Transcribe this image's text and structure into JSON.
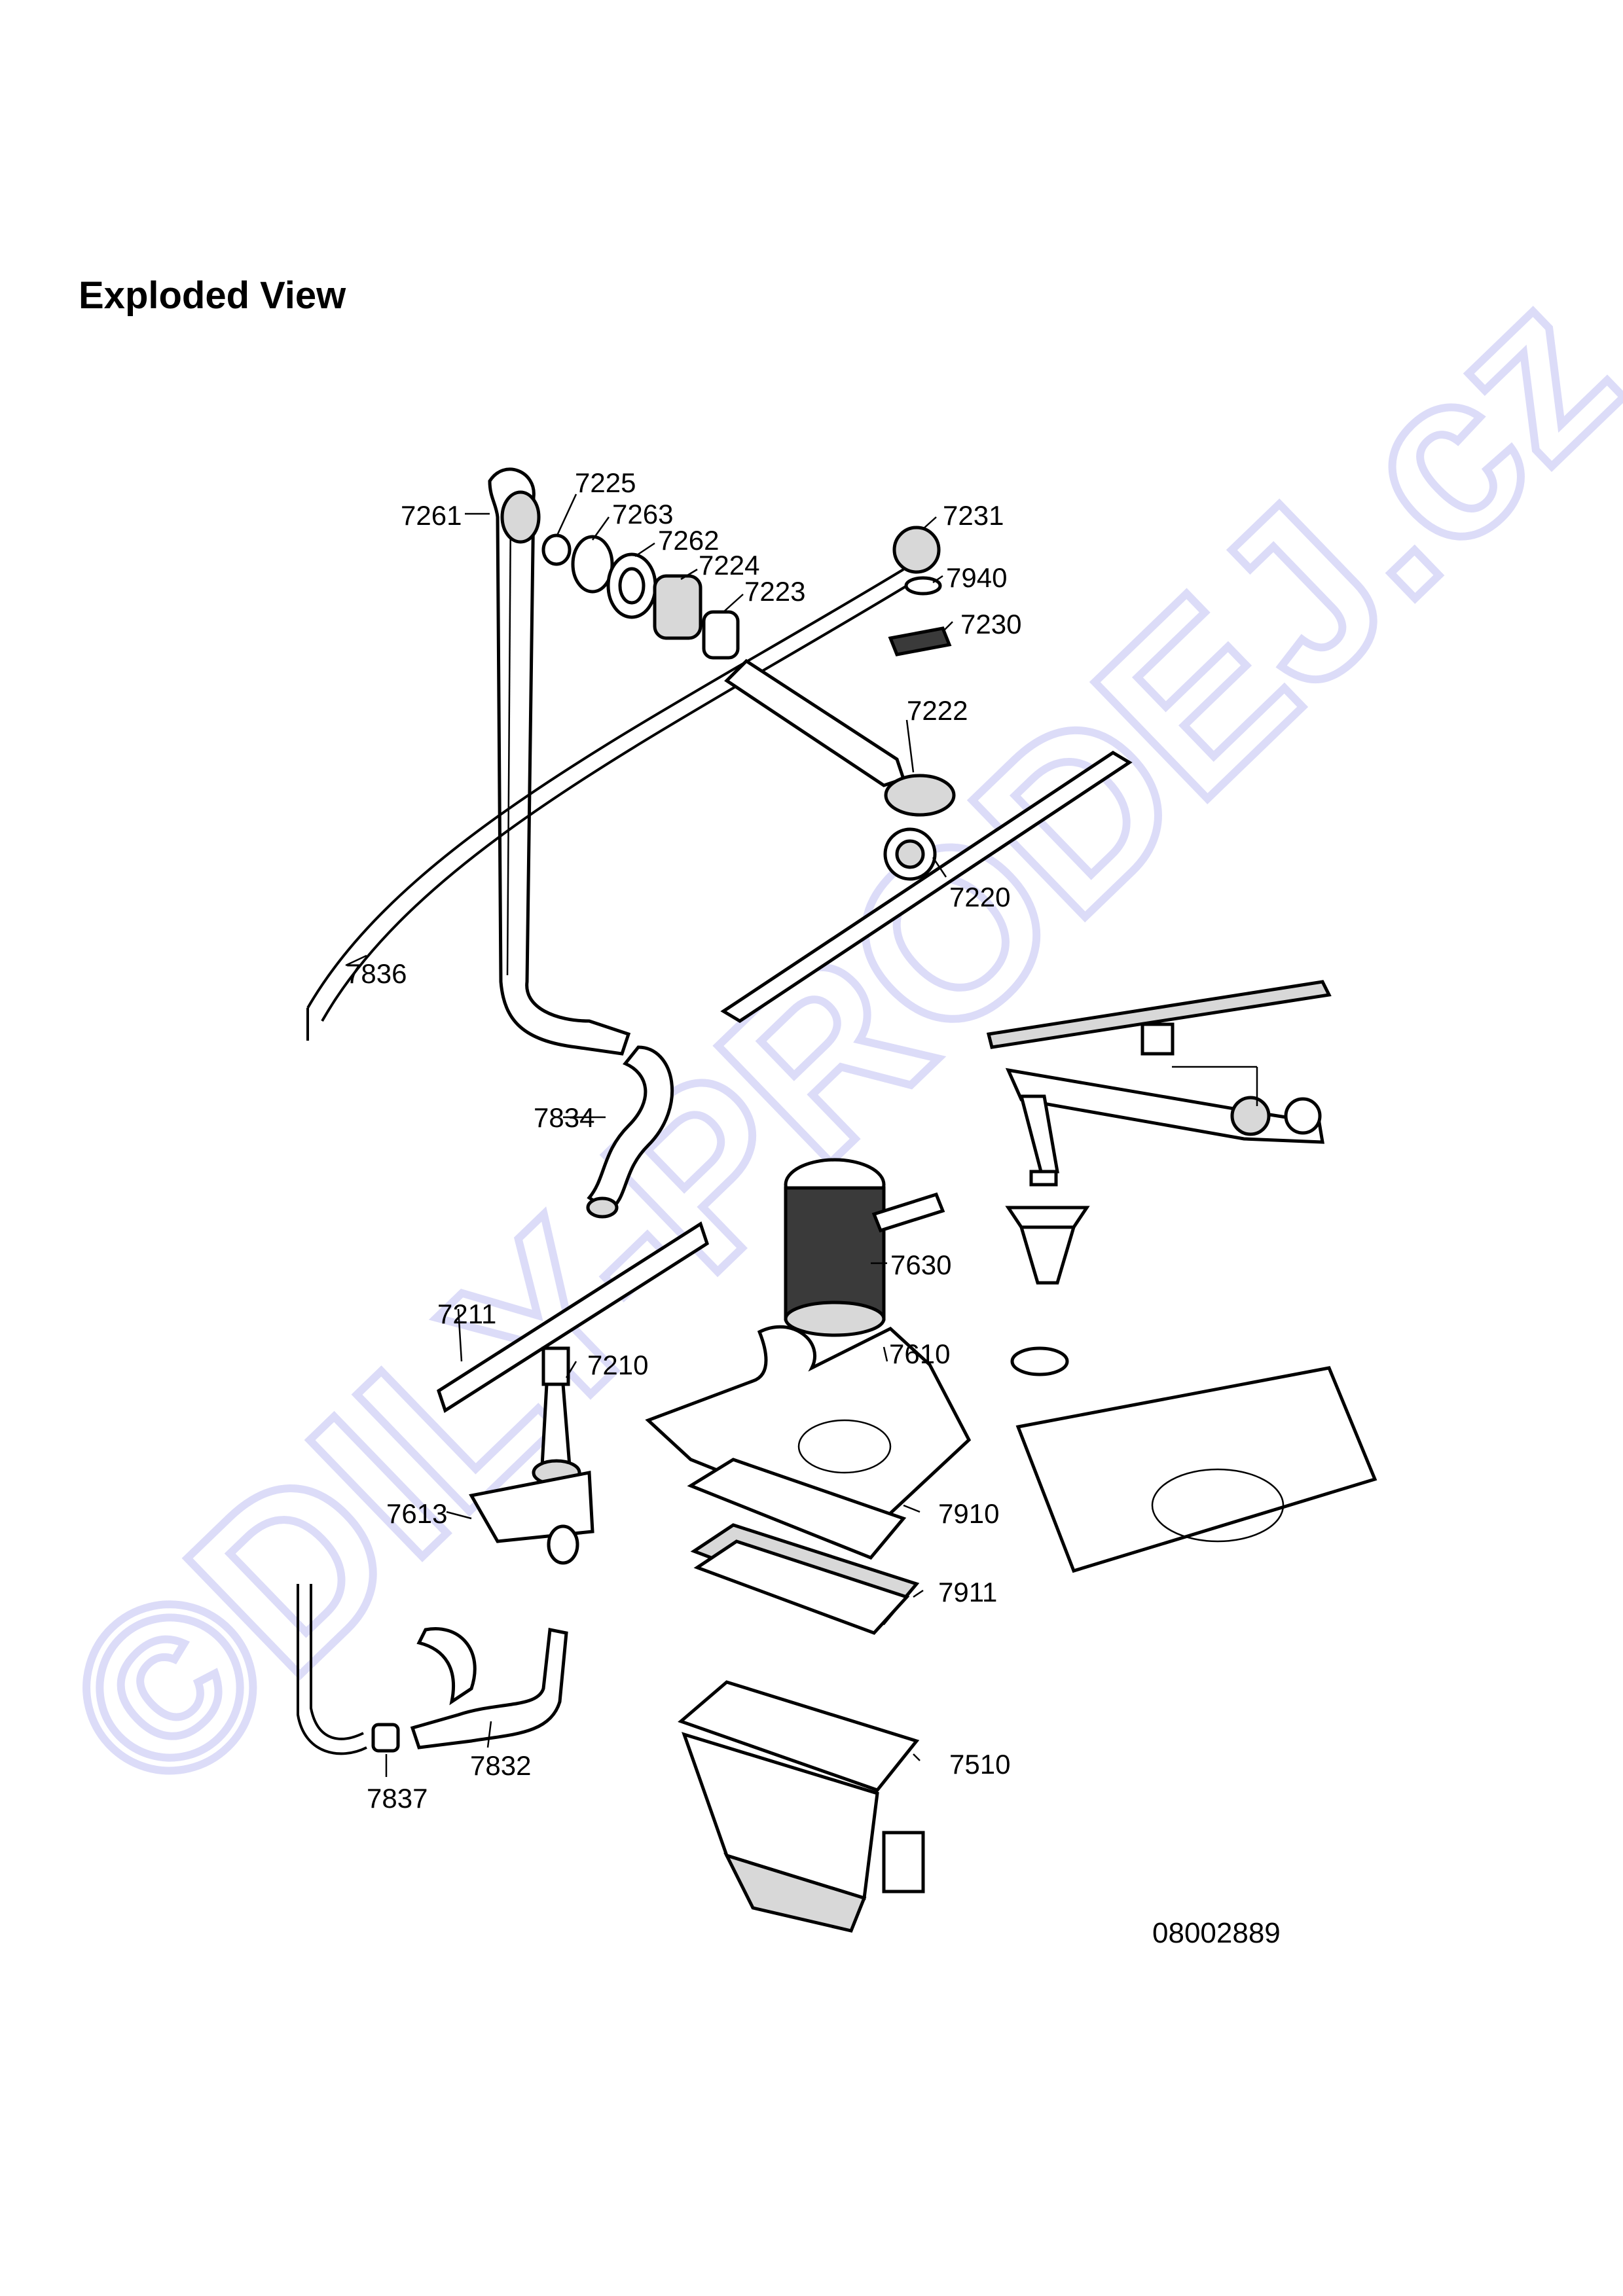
{
  "title": "Exploded View",
  "watermark": "©DILY-PRODEJ.cz",
  "document_number": "08002889",
  "parts": {
    "p7261": "7261",
    "p7225": "7225",
    "p7263": "7263",
    "p7262": "7262",
    "p7224": "7224",
    "p7223": "7223",
    "p7231": "7231",
    "p7940": "7940",
    "p7230": "7230",
    "p7222": "7222",
    "p7220": "7220",
    "p7836": "7836",
    "p7834": "7834",
    "p7630": "7630",
    "p7211": "7211",
    "p7210": "7210",
    "p7610": "7610",
    "p7613": "7613",
    "p7910": "7910",
    "p7911": "7911",
    "p7832": "7832",
    "p7837": "7837",
    "p7510": "7510"
  }
}
